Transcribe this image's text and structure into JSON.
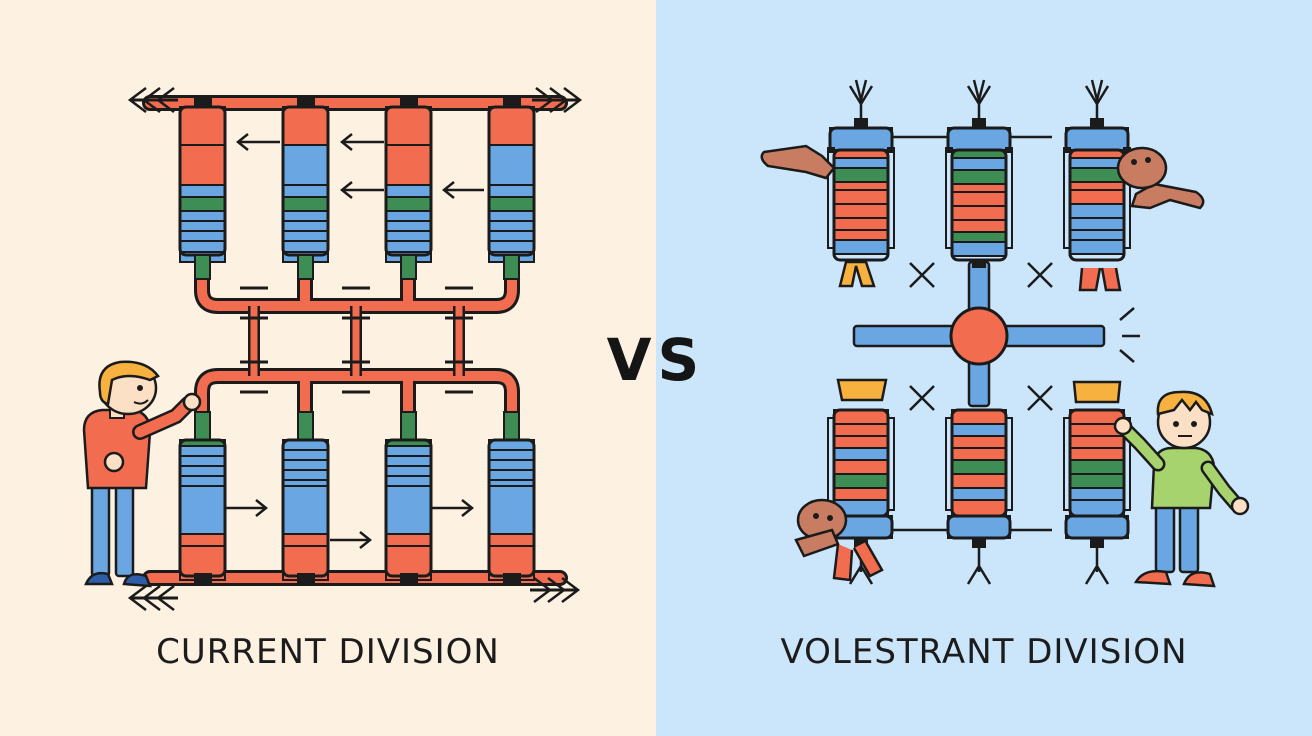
{
  "left_panel": {
    "caption": "CURRENT DIVISION",
    "background": "#fdf1e1"
  },
  "right_panel": {
    "caption": "VOLESTRANT DIVISION",
    "background": "#cbe6fb"
  },
  "vs_label": "VS",
  "colors": {
    "red": "#f26d50",
    "blue": "#6aa7e2",
    "green": "#3e8d55",
    "orange": "#f6b13f",
    "outline": "#1b1b1b"
  }
}
